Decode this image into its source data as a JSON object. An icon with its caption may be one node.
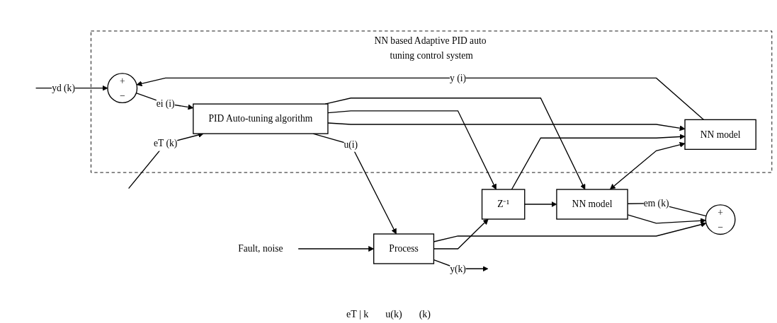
{
  "diagram": {
    "nodes": [
      {
        "text": [
          "NN based Adaptive PID auto tuning control system"
        ]
      },
      {
        "text": [
          "+",
          "−"
        ],
        "in": 0
      },
      {
        "text": [
          "PID Auto-tuning algorithm"
        ],
        "in": 0
      },
      {
        "text": [
          "NN model"
        ],
        "in": 0
      },
      {
        "text": [
          "Fault, noise"
        ]
      },
      {
        "text": [
          "Process"
        ]
      },
      {
        "text": [
          "Z⁻¹"
        ]
      },
      {
        "text": [
          "NN model"
        ]
      },
      {
        "text": [
          "+",
          "−"
        ]
      }
    ],
    "edges": [
      {
        "from": null,
        "to": 2,
        "arrow": "to",
        "label": "eT (k)"
      },
      {
        "from": null,
        "to": 1,
        "arrow": "to",
        "label": "yd (k)"
      },
      {
        "from": 1,
        "to": 2,
        "arrow": "to",
        "label": "ei (i)"
      },
      {
        "from": 2,
        "to": 5,
        "arrow": "to",
        "label": "u(i)"
      },
      {
        "from": 2,
        "to": 3,
        "arrow": "to"
      },
      {
        "from": 3,
        "to": 1,
        "arrow": "to",
        "label": "y (i)"
      },
      {
        "from": 4,
        "to": 5,
        "arrow": "to"
      },
      {
        "from": 2,
        "to": 6,
        "arrow": "to"
      },
      {
        "from": 2,
        "to": 7,
        "arrow": "to"
      },
      {
        "from": 5,
        "to": null,
        "arrow": "to",
        "label": "y(k)"
      },
      {
        "from": 5,
        "to": 6,
        "arrow": "to"
      },
      {
        "from": 5,
        "to": 8,
        "arrow": "to"
      },
      {
        "from": 6,
        "to": 7,
        "arrow": "to"
      },
      {
        "from": 6,
        "to": 3,
        "arrow": "to"
      },
      {
        "from": 7,
        "to": 8,
        "arrow": "to"
      },
      {
        "from": 8,
        "to": 7,
        "arrow": "none",
        "label": "em (k)"
      },
      {
        "from": 7,
        "to": 3,
        "arrow": "both"
      }
    ],
    "labels": [
      "eT | k",
      "u(k)",
      "(k)"
    ]
  }
}
